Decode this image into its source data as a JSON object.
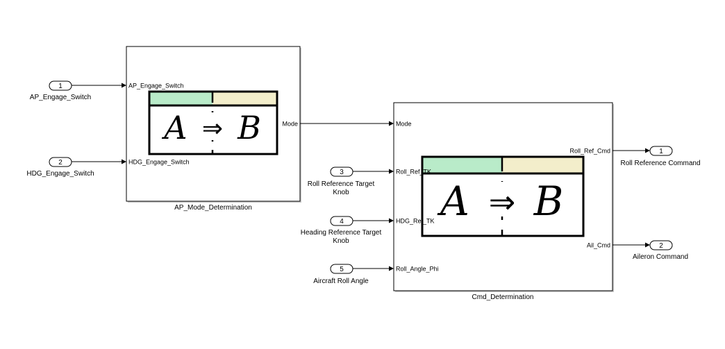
{
  "inports": [
    {
      "num": "1",
      "label": "AP_Engage_Switch"
    },
    {
      "num": "2",
      "label": "HDG_Engage_Switch"
    },
    {
      "num": "3",
      "label": "Roll Reference Target",
      "label2": "Knob"
    },
    {
      "num": "4",
      "label": "Heading Reference Target",
      "label2": "Knob"
    },
    {
      "num": "5",
      "label": "Aircraft Roll Angle"
    }
  ],
  "outports": [
    {
      "num": "1",
      "label": "Roll Reference Command"
    },
    {
      "num": "2",
      "label": "Aileron Command"
    }
  ],
  "blocks": {
    "ap_mode": {
      "name": "AP_Mode_Determination",
      "inputs": [
        "AP_Engage_Switch",
        "HDG_Engage_Switch"
      ],
      "outputs": [
        "Mode"
      ],
      "icon": {
        "a": "A",
        "implies": "⇒",
        "b": "B"
      }
    },
    "cmd": {
      "name": "Cmd_Determination",
      "inputs": [
        "Mode",
        "Roll_Ref_TK",
        "HDG_Ref_TK",
        "Roll_Angle_Phi"
      ],
      "outputs": [
        "Roll_Ref_Cmd",
        "Ail_Cmd"
      ],
      "icon": {
        "a": "A",
        "implies": "⇒",
        "b": "B"
      }
    }
  },
  "colors": {
    "icon_green": "#b9ebc9",
    "icon_yellow": "#f3eecb"
  }
}
